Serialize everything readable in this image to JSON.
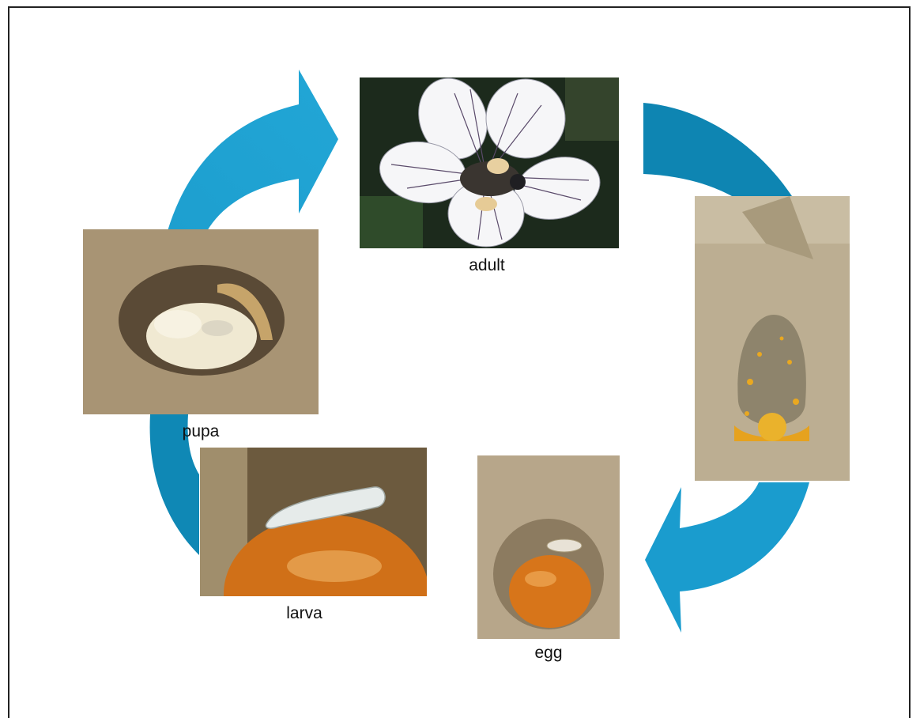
{
  "stages": {
    "adult": "adult",
    "egg": "egg",
    "larva": "larva",
    "pupa": "pupa"
  },
  "colors": {
    "arrow_light": "#1fa0cf",
    "arrow_dark": "#0e86b3",
    "soil": "#b8a88b",
    "pollen": "#e9a820",
    "egg_orange": "#d7751a"
  }
}
